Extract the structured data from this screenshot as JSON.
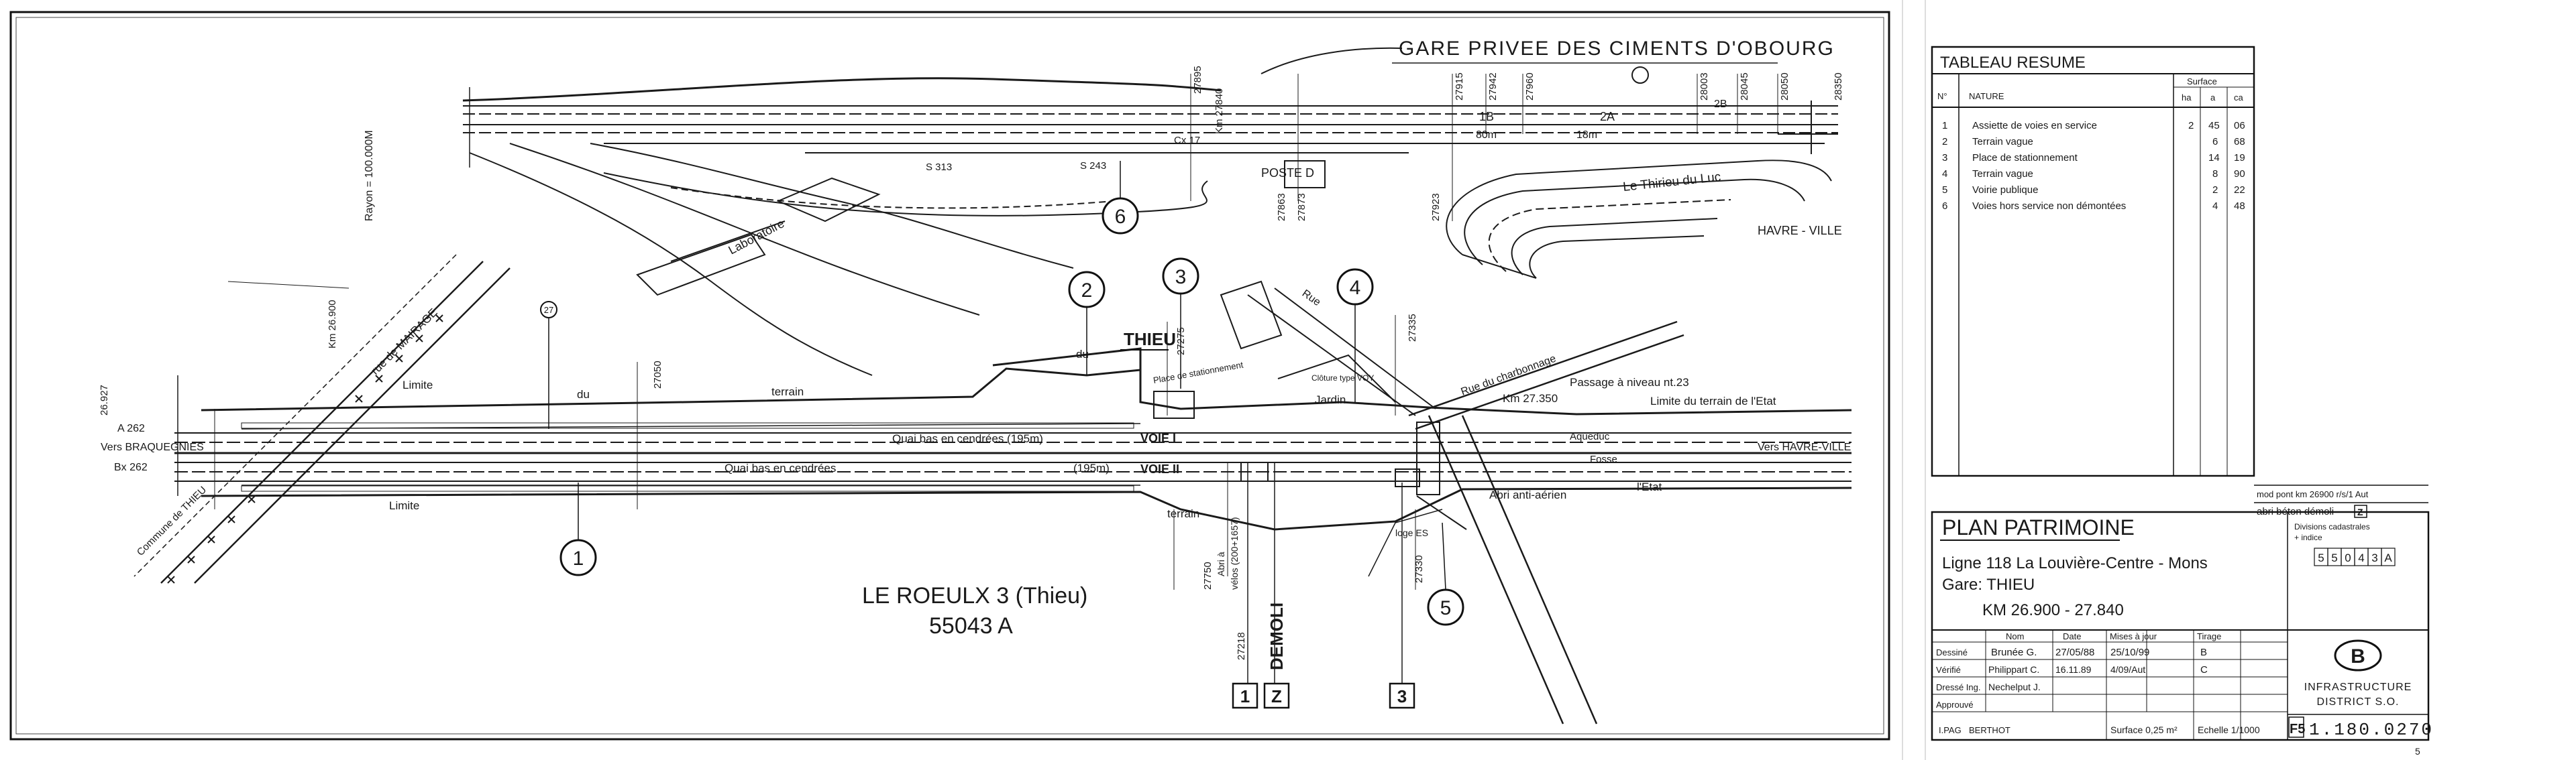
{
  "plan": {
    "gare_privee": "GARE PRIVEE DES CIMENTS D'OBOURG",
    "thieu": "THIEU",
    "station_title": "LE ROEULX 3 (Thieu)",
    "station_code": "55043 A",
    "demoli": "DEMOLI",
    "rayon": "Rayon = 100.000M",
    "laboratoire": "Laboratoire",
    "terrain": "terrain",
    "limite": "Limite",
    "limite_etat": "Limite du terrain de l'Etat",
    "letat": "l'Etat",
    "du": "du",
    "quai_1": "Quai bas en cendrées (195m)",
    "quai_2": "Quai bas en cendrées",
    "quai_2_len": "(195m)",
    "voie_1": "VOIE I",
    "voie_2": "VOIE II",
    "vers_braquegnies": "Vers BRAQUEGNIES",
    "vers_havre_ville": "Vers HAVRE-VILLE",
    "havre_ville": "HAVRE - VILLE",
    "passage_niveau": "Passage à niveau nt.23",
    "pn_km": "Km 27.350",
    "abri_anti_aerien": "Abri anti-aérien",
    "jardin": "Jardin",
    "cloture": "Clôture type VOY",
    "place_stationnement": "Place de stationnement",
    "rue_charbonnage": "Rue du charbonnage",
    "rue": "Rue",
    "rue_mairage": "rue de MAIRAGE",
    "commune_thieu": "Commune de THIEU",
    "thirieu_luc": "Le Thirieu du Luc",
    "poste_d": "POSTE D",
    "abri_1": "Abri à",
    "abri_2": "vélos (200+1657)",
    "loge_es": "loge ES",
    "aqueduc": "Aqueduc",
    "fosse": "Fosse",
    "a262": "A 262",
    "bx262": "Bx 262",
    "km_27840": "Km 27840",
    "km_26900": "Km 26.900",
    "mat_26927": "26.927",
    "m_18m": "18m",
    "m_80m": "80m",
    "m_2a": "2A",
    "m_1b": "1B",
    "m_2b": "2B",
    "cx17": "Cx 17",
    "s313": "S 313",
    "s243": "S 243",
    "km_labels": [
      "27050",
      "27275",
      "27335",
      "27750",
      "27330",
      "27218",
      "27895",
      "27863",
      "27873",
      "27923",
      "27915",
      "27942",
      "27960",
      "28003",
      "28045",
      "28050",
      "28350"
    ],
    "ref_boxes": [
      "1",
      "Z",
      "3"
    ],
    "parcels": [
      "1",
      "2",
      "3",
      "4",
      "5",
      "6"
    ],
    "parcel_27": "27"
  },
  "tableau": {
    "title": "TABLEAU RESUME",
    "col_no": "N°",
    "col_nature": "NATURE",
    "col_surface": "Surface",
    "col_ha": "ha",
    "col_a": "a",
    "col_ca": "ca",
    "rows": [
      {
        "n": "1",
        "nature": "Assiette de voies en service",
        "ha": "2",
        "a": "45",
        "ca": "06"
      },
      {
        "n": "2",
        "nature": "Terrain vague",
        "ha": "",
        "a": "6",
        "ca": "68"
      },
      {
        "n": "3",
        "nature": "Place de stationnement",
        "ha": "",
        "a": "14",
        "ca": "19"
      },
      {
        "n": "4",
        "nature": "Terrain vague",
        "ha": "",
        "a": "8",
        "ca": "90"
      },
      {
        "n": "5",
        "nature": "Voirie publique",
        "ha": "",
        "a": "2",
        "ca": "22"
      },
      {
        "n": "6",
        "nature": "Voies hors service non démontées",
        "ha": "",
        "a": "4",
        "ca": "48"
      }
    ],
    "note_1": "mod pont km 26900 r/s/1 Aut",
    "note_2": "abri béton démoli",
    "note_2_tag": "Z"
  },
  "cartouche": {
    "title": "PLAN PATRIMOINE",
    "ligne": "Ligne 118 La Louvière-Centre - Mons",
    "gare": "Gare: THIEU",
    "km": "KM 26.900 - 27.840",
    "divisions_label": "Divisions cadastrales",
    "indice_label": "+ indice",
    "code_digits": [
      "5",
      "5",
      "0",
      "4",
      "3",
      "A"
    ],
    "h_nom": "Nom",
    "h_date": "Date",
    "h_mises": "Mises à jour",
    "h_tirage": "Tirage",
    "r1_label": "Dessiné",
    "r1_nom": "Brunée G.",
    "r1_date": "27/05/88",
    "r1_maj": "25/10/99",
    "r1_tir": "B",
    "r2_label": "Vérifié",
    "r2_nom": "Philippart C.",
    "r2_date": "16.11.89",
    "r2_maj": "4/09/Aut",
    "r2_tir": "C",
    "r3_label": "Dressé Ing.",
    "r3_nom": "Nechelput J.",
    "r4_label": "Approuvé",
    "ipag": "I.PAG",
    "ipag_nom": "BERTHOT",
    "surface": "Surface 0,25 m²",
    "echelle": "Echelle 1/1000",
    "logo_letter": "B",
    "infrastructure": "INFRASTRUCTURE",
    "district": "DISTRICT S.O.",
    "plan_prefix": "F5",
    "plan_number": "1.180.0270",
    "sheet_mark": "5"
  },
  "colors": {
    "ink": "#1a1a1a",
    "paper": "#ffffff",
    "pencil": "#9a9a9a"
  }
}
